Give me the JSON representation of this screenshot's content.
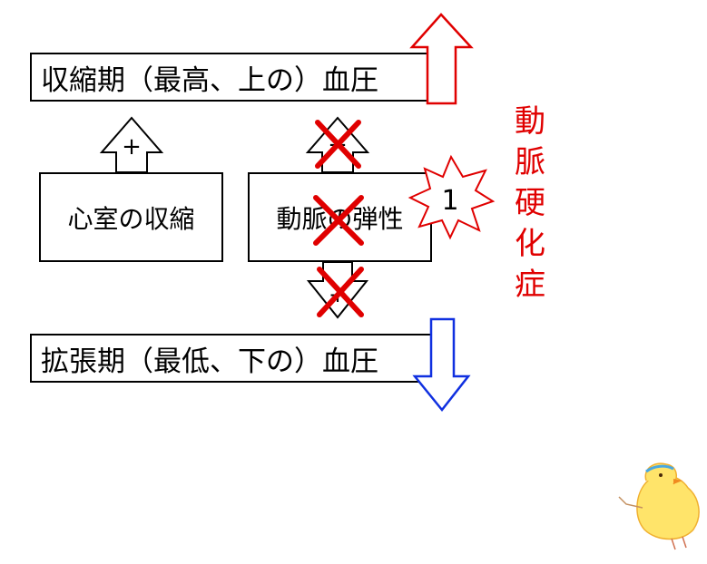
{
  "boxes": {
    "systolic": "収縮期（最高、上の）血圧",
    "diastolic": "拡張期（最低、下の）血圧",
    "contraction": "心室の収縮",
    "elasticity": "動脈の弾性"
  },
  "signs": {
    "contraction_effect": "+",
    "elasticity_up": "−",
    "elasticity_down": "+"
  },
  "burst_number": "1",
  "side_label": [
    "動",
    "脈",
    "硬",
    "化",
    "症"
  ],
  "colors": {
    "rise_arrow": "#e00000",
    "fall_arrow": "#1030e0",
    "cross": "#e00000",
    "side_label": "#e00000"
  },
  "icons": [
    "up-arrow-icon",
    "down-arrow-icon",
    "cross-icon",
    "burst-icon",
    "chick-icon"
  ]
}
